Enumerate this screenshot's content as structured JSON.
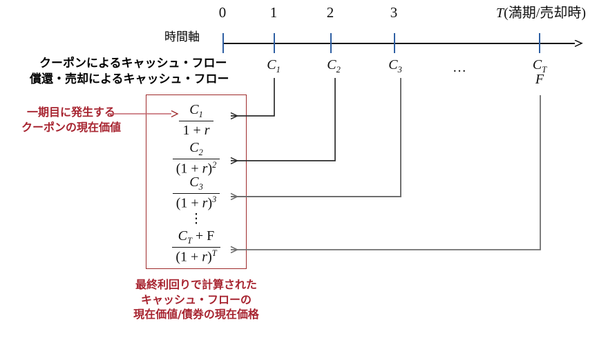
{
  "figure": {
    "title_hidden": "",
    "colors": {
      "tick_blue": "#2E5FA3",
      "red_box": "#9E2A2B",
      "red_text": "#A72430",
      "red_arrow": "#C1606A",
      "connector_dark": "#2B2B2B",
      "connector_gray": "#6E6E6E",
      "axis_black": "#101010"
    }
  },
  "axis": {
    "label": "時間軸",
    "tick_labels": [
      "0",
      "1",
      "2",
      "3"
    ],
    "end_label": "T(満期/売却時)",
    "end_label_var": "T",
    "end_label_rest": "(満期/売却時)"
  },
  "cashflow": {
    "row1_label": "クーポンによるキャッシュ・フロー",
    "row2_label": "償還・売却によるキャッシュ・フロー",
    "items": [
      {
        "base": "C",
        "sub": "1"
      },
      {
        "base": "C",
        "sub": "2"
      },
      {
        "base": "C",
        "sub": "3"
      }
    ],
    "ellipsis": "…",
    "terminal_coupon": {
      "base": "C",
      "sub": "T"
    },
    "terminal_face": "F"
  },
  "formula_box": {
    "rows": [
      {
        "numerator": "C",
        "num_sub": "1",
        "denominator": "1 + r",
        "den_sup": ""
      },
      {
        "numerator": "C",
        "num_sub": "2",
        "denominator": "(1 + r)",
        "den_sup": "2"
      },
      {
        "numerator": "C",
        "num_sub": "3",
        "denominator": "(1 + r)",
        "den_sup": "3"
      },
      {
        "numerator": "C",
        "num_sub": "T",
        "numerator_extra": " + F",
        "denominator": "(1 + r)",
        "den_sup": "T"
      }
    ],
    "vertical_dots": "⋮"
  },
  "annotations": {
    "left_note": {
      "line1": "一期目に発生する",
      "line2": "クーポンの現在価値"
    },
    "bottom_note": {
      "line1": "最終利回りで計算された",
      "line2": "キャッシュ・フローの",
      "line3": "現在価値/債券の現在価格"
    }
  }
}
